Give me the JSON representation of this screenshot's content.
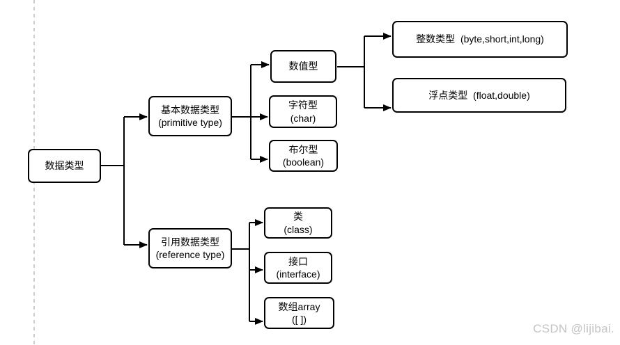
{
  "diagram": {
    "title_context": "Java data type hierarchy diagram",
    "nodes": {
      "root": {
        "line1": "数据类型"
      },
      "primitive": {
        "line1": "基本数据类型",
        "line2": "(primitive type)"
      },
      "reference": {
        "line1": "引用数据类型",
        "line2": "(reference type)"
      },
      "numeric": {
        "line1": "数值型"
      },
      "char": {
        "line1": "字符型",
        "line2": "(char)"
      },
      "boolean": {
        "line1": "布尔型",
        "line2": "(boolean)"
      },
      "integer": {
        "line1": "整数类型  (byte,short,int,long)"
      },
      "float": {
        "line1": "浮点类型  (float,double)"
      },
      "class": {
        "line1": "类",
        "line2": "(class)"
      },
      "interface": {
        "line1": "接口",
        "line2": "(interface)"
      },
      "array": {
        "line1": "数组array",
        "line2": "([ ])"
      }
    },
    "edges": [
      {
        "from": "root",
        "to": "primitive"
      },
      {
        "from": "root",
        "to": "reference"
      },
      {
        "from": "primitive",
        "to": "numeric"
      },
      {
        "from": "primitive",
        "to": "char"
      },
      {
        "from": "primitive",
        "to": "boolean"
      },
      {
        "from": "numeric",
        "to": "integer"
      },
      {
        "from": "numeric",
        "to": "float"
      },
      {
        "from": "reference",
        "to": "class"
      },
      {
        "from": "reference",
        "to": "interface"
      },
      {
        "from": "reference",
        "to": "array"
      }
    ],
    "colors": {
      "line": "#000000",
      "box_border": "#000000",
      "box_background": "#ffffff",
      "text": "#000000",
      "dashed_guide": "#cdcdcd",
      "watermark": "#c4c4c4",
      "page_background": "#ffffff"
    }
  },
  "watermark": {
    "text": "CSDN @lijibai."
  }
}
